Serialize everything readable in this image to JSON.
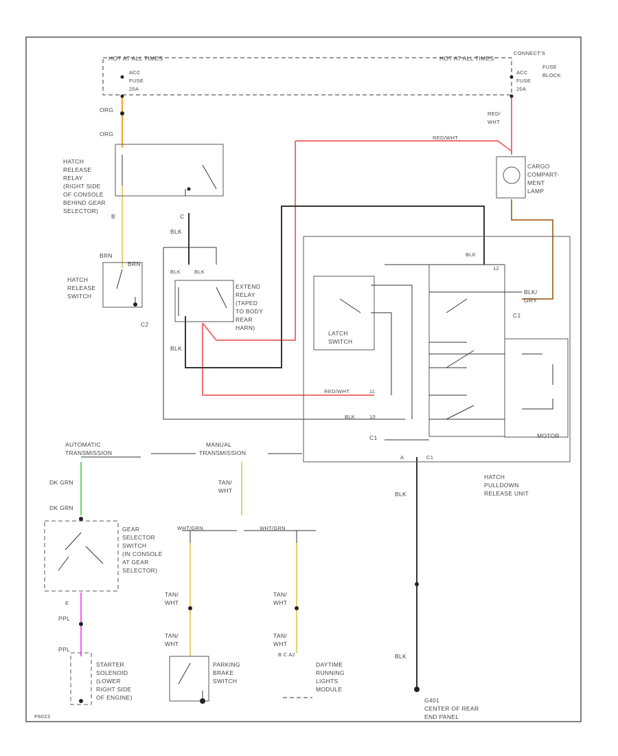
{
  "colors": {
    "red": "#f07070",
    "orange": "#f0a030",
    "yellow": "#e8d070",
    "brown": "#b07840",
    "green": "#70d070",
    "pink": "#f060f0",
    "black": "#333333"
  },
  "labels": {
    "hot_left": "HOT AT ALL TIMES",
    "hot_right": "HOT AT ALL TIMES",
    "fuse_left": [
      "ACC",
      "FUSE",
      "20A"
    ],
    "fuse_right": [
      "ACC",
      "FUSE",
      "20A"
    ],
    "fuse_block": [
      "CONNECT'S",
      "FUSE",
      "BLOCK"
    ],
    "wire_org_1": "ORG",
    "wire_org_2": "ORG",
    "hatch_relay": [
      "HATCH",
      "RELEASE",
      "RELAY",
      "(RIGHT SIDE",
      "OF CONSOLE",
      "BEHIND GEAR",
      "SELECTOR)"
    ],
    "pin_b": "B",
    "pin_c": "C",
    "blk_1": "BLK",
    "brn": "BRN",
    "brn2": "BRN",
    "hatch_switch": [
      "HATCH",
      "RELEASE",
      "SWITCH"
    ],
    "blk_a": "BLK",
    "blk_b": "BLK",
    "c2": "C2",
    "extend_relay": [
      "EXTEND",
      "RELAY",
      "(TAPED",
      "TO BODY",
      "REAR",
      "HARN)"
    ],
    "blk_2": "BLK",
    "red_wht_right": [
      "RED/",
      "WHT"
    ],
    "red_wht_top": "RED/WHT",
    "cargo_lamp": [
      "CARGO",
      "COMPART-",
      "MENT",
      "LAMP"
    ],
    "blk_top": "BLK",
    "pin_top": "12",
    "latch_switch": [
      "LATCH",
      "SWITCH"
    ],
    "blk_gry": [
      "BLK/",
      "GRY"
    ],
    "c1_right": "C1",
    "red_wht_mid": "RED/WHT",
    "pin_11": "11",
    "blk_mid": "BLK",
    "pin_10": "10",
    "motor": "MOTOR",
    "c1_bottom": "C1",
    "pin_a": "A",
    "c1_bot2": "C1",
    "hatch_unit": [
      "HATCH",
      "PULLDOWN",
      "RELEASE UNIT"
    ],
    "auto_trans": [
      "AUTOMATIC",
      "TRANSMISSION"
    ],
    "manual_trans": [
      "MANUAL",
      "TRANSMISSION"
    ],
    "dk_grn_1": "DK GRN",
    "dk_grn_2": "DK GRN",
    "tan_wht_1": [
      "TAN/",
      "WHT"
    ],
    "gear_selector": [
      "GEAR",
      "SELECTOR",
      "SWITCH",
      "(IN CONSOLE",
      "AT GEAR",
      "SELECTOR)"
    ],
    "wht_grn": "WHT/GRN",
    "wht_grn2": "WHT/GRN",
    "blk_long": "BLK",
    "pin_e": "E",
    "ppl_1": "PPL",
    "ppl_2": "PPL",
    "tan_wht_2": [
      "TAN/",
      "WHT"
    ],
    "tan_wht_3": [
      "TAN/",
      "WHT"
    ],
    "tan_wht_4": [
      "TAN/",
      "WHT"
    ],
    "tan_wht_5": [
      "TAN/",
      "WHT"
    ],
    "blk_3": "BLK",
    "starter": [
      "STARTER",
      "SOLENOID",
      "(LOWER",
      "RIGHT SIDE",
      "OF ENGINE)"
    ],
    "parking": [
      "PARKING",
      "BRAKE",
      "SWITCH"
    ],
    "daytime": [
      "DAYTIME",
      "RUNNING",
      "LIGHTS",
      "MODULE"
    ],
    "daytime_pins": "B  C  A2",
    "ground": [
      "G401",
      "CENTER OF REAR",
      "END PANEL"
    ],
    "diagram_id": "P6023"
  }
}
